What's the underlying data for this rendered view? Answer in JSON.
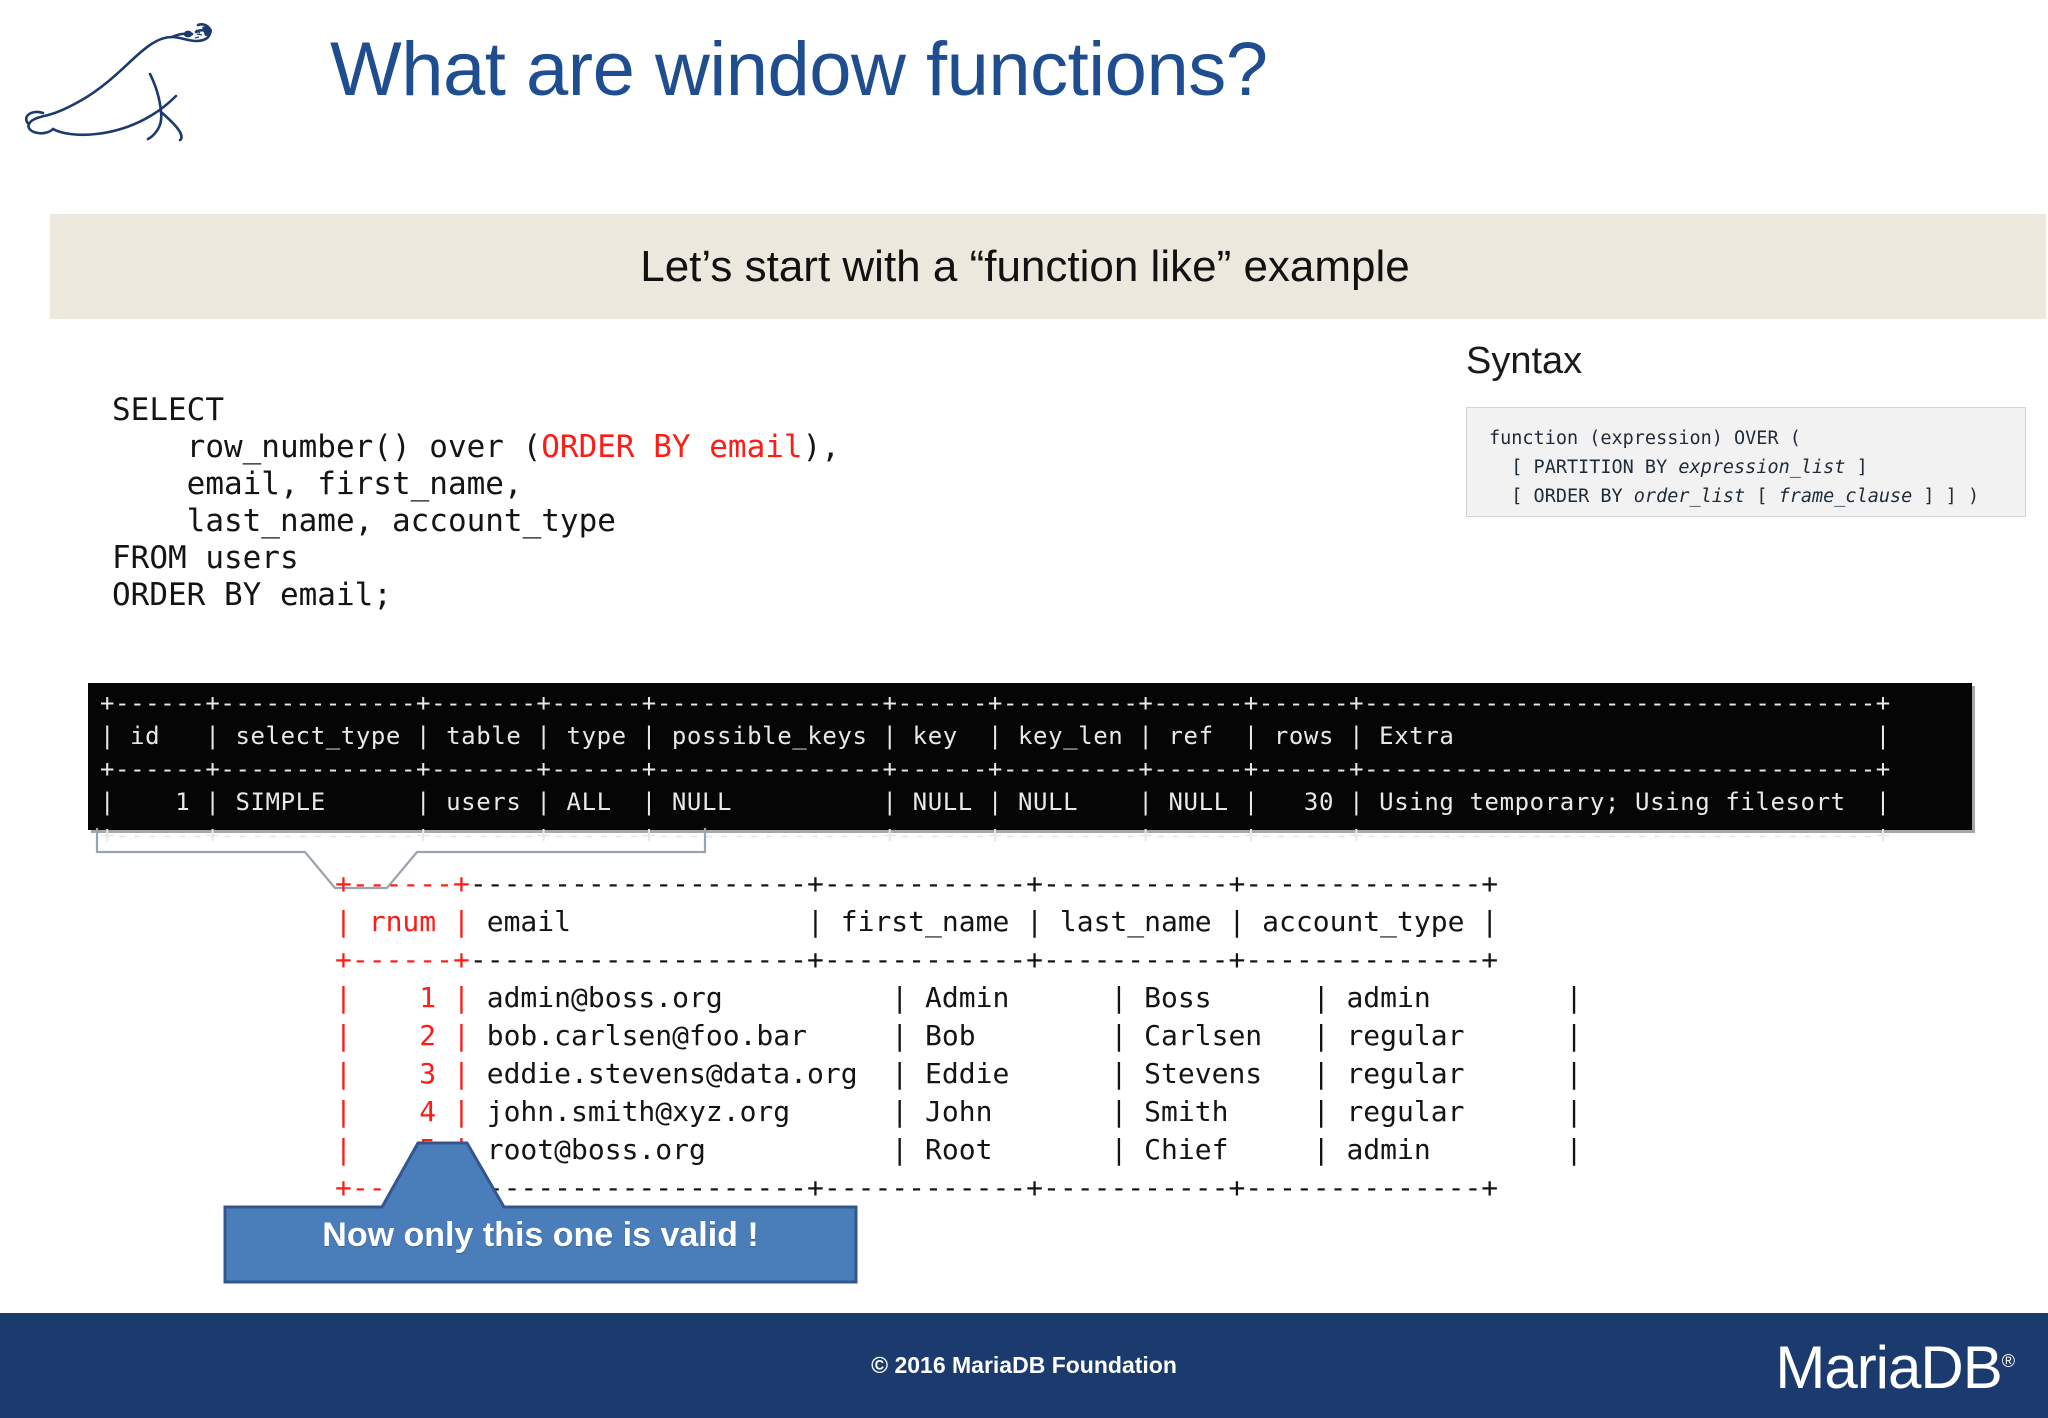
{
  "slide": {
    "title": "What are window functions?",
    "subtitle": "Let’s start with a “function like” example",
    "logo_name": "mariadb-seal-logo"
  },
  "sql_query": {
    "line1": "SELECT",
    "line2_prefix": "    row_number() over (",
    "line2_red": "ORDER BY email",
    "line2_suffix": "),",
    "line3": "    email, first_name,",
    "line4": "    last_name, account_type",
    "line5": "FROM users",
    "line6": "ORDER BY email;"
  },
  "syntax": {
    "label": "Syntax",
    "line1": "function (expression) OVER (",
    "line2_pre": "  [ PARTITION BY ",
    "line2_var": "expression_list",
    "line2_post": " ]",
    "line3_pre": "  [ ORDER BY ",
    "line3_var1": "order_list",
    "line3_mid": " [ ",
    "line3_var2": "frame_clause",
    "line3_post": " ] ] )"
  },
  "explain_table": {
    "border_top": "+------+-------------+-------+------+---------------+------+---------+------+------+----------------------------------+",
    "header": "| id   | select_type | table | type | possible_keys | key  | key_len | ref  | rows | Extra                            |",
    "border_mid": "+------+-------------+-------+------+---------------+------+---------+------+------+----------------------------------+",
    "row1": "|    1 | SIMPLE      | users | ALL  | NULL          | NULL | NULL    | NULL |   30 | Using temporary; Using filesort  |",
    "border_bot": "+------+-------------+-------+------+---------------+------+---------+------+------+----------------------------------+",
    "columns": [
      "id",
      "select_type",
      "table",
      "type",
      "possible_keys",
      "key",
      "key_len",
      "ref",
      "rows",
      "Extra"
    ],
    "rows": [
      {
        "id": "1",
        "select_type": "SIMPLE",
        "table": "users",
        "type": "ALL",
        "possible_keys": "NULL",
        "key": "NULL",
        "key_len": "NULL",
        "ref": "NULL",
        "rows": "30",
        "extra": "Using temporary; Using filesort"
      }
    ]
  },
  "result_table": {
    "sep_red": "+------+",
    "sep_black": "--------------------+------------+-----------+--------------+",
    "hdr_red": "| rnum |",
    "hdr_black": " email              | first_name | last_name | account_type |",
    "columns": [
      "rnum",
      "email",
      "first_name",
      "last_name",
      "account_type"
    ],
    "rows": [
      {
        "rnum_cell": "|    1 |",
        "rest": " admin@boss.org          | Admin      | Boss      | admin        |"
      },
      {
        "rnum_cell": "|    2 |",
        "rest": " bob.carlsen@foo.bar     | Bob        | Carlsen   | regular      |"
      },
      {
        "rnum_cell": "|    3 |",
        "rest": " eddie.stevens@data.org  | Eddie      | Stevens   | regular      |"
      },
      {
        "rnum_cell": "|    4 |",
        "rest": " john.smith@xyz.org      | John       | Smith     | regular      |"
      },
      {
        "rnum_cell": "|    5 |",
        "rest": " root@boss.org           | Root       | Chief     | admin        |"
      }
    ],
    "data": [
      {
        "rnum": "1",
        "email": "admin@boss.org",
        "first_name": "Admin",
        "last_name": "Boss",
        "account_type": "admin"
      },
      {
        "rnum": "2",
        "email": "bob.carlsen@foo.bar",
        "first_name": "Bob",
        "last_name": "Carlsen",
        "account_type": "regular"
      },
      {
        "rnum": "3",
        "email": "eddie.stevens@data.org",
        "first_name": "Eddie",
        "last_name": "Stevens",
        "account_type": "regular"
      },
      {
        "rnum": "4",
        "email": "john.smith@xyz.org",
        "first_name": "John",
        "last_name": "Smith",
        "account_type": "regular"
      },
      {
        "rnum": "5",
        "email": "root@boss.org",
        "first_name": "Root",
        "last_name": "Chief",
        "account_type": "admin"
      }
    ]
  },
  "callout": {
    "text": "Now only this one is valid !"
  },
  "footer": {
    "copyright": "© 2016 MariaDB Foundation",
    "brand": "MariaDB",
    "brand_mark": "®"
  },
  "colors": {
    "title_blue": "#1f4e90",
    "banner_cream": "#ece8dd",
    "sql_red": "#fd1c17",
    "terminal_black": "#050505",
    "callout_blue": "#4a7ebb",
    "footer_navy": "#1b3b6f"
  }
}
